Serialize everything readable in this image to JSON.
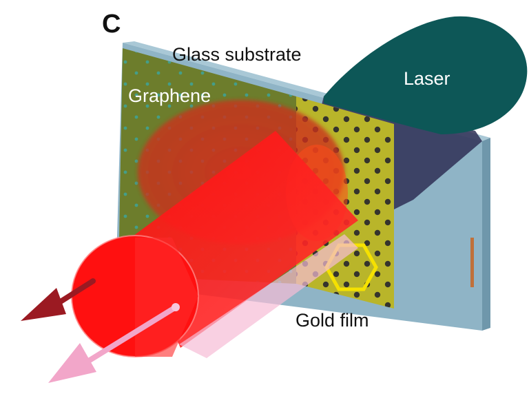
{
  "figure": {
    "panel_letter": "C",
    "labels": {
      "glass_substrate": "Glass substrate",
      "graphene": "Graphene",
      "laser": "Laser",
      "gold_film": "Gold film"
    }
  },
  "colors": {
    "glass": "#8fb4c6",
    "glass_edge": "#6f97ab",
    "graphene_sheet": "#6d7d2c",
    "gold_film": "#b9b52a",
    "laser_beam": "#0d5757",
    "laser_shadow": "#2f2f55",
    "output_beam": "#ff1a1a",
    "dark_arrow": "#9b1a22",
    "pink_arrow": "#f2a6c9",
    "hexagon": "#f5e100",
    "dots": "#1d1d2e",
    "graphene_dots": "#3aa6a0",
    "edge_mark": "#c0703a"
  }
}
